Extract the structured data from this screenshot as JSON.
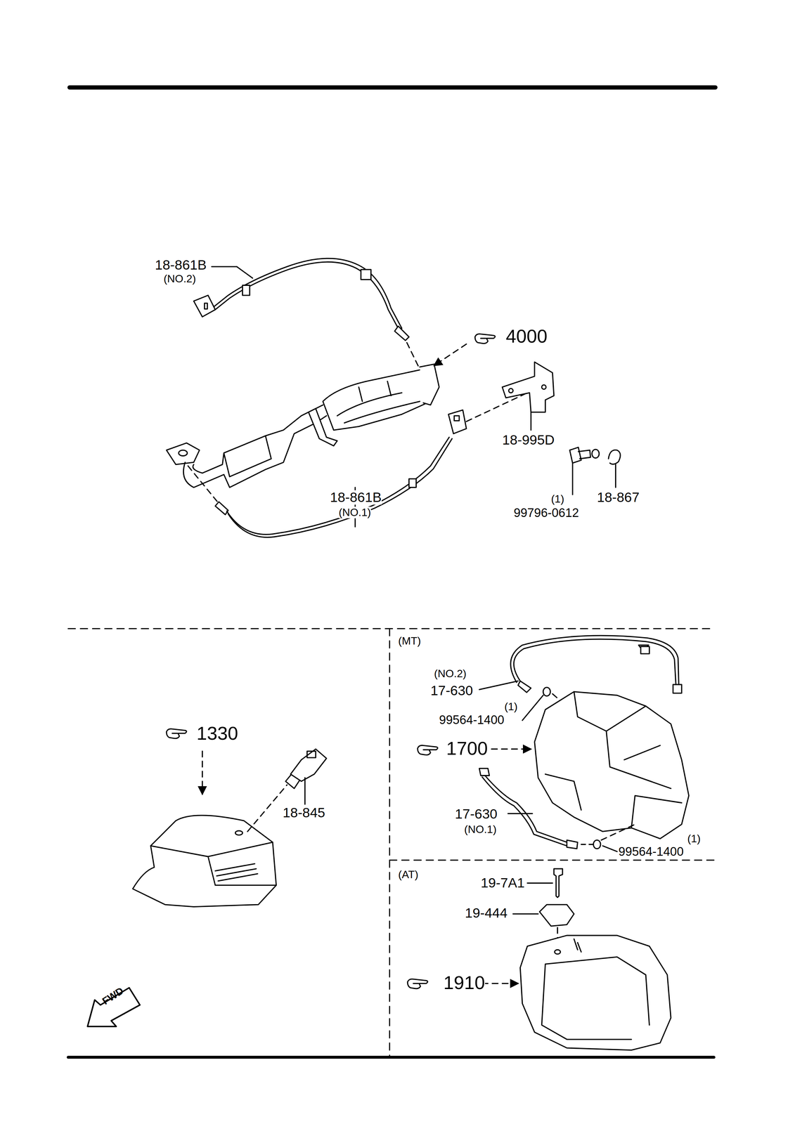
{
  "diagram": {
    "labels": [
      "18-861B",
      "(NO.2)",
      "4000",
      "18-995D",
      "18-861B",
      "(NO.1)",
      "(1)",
      "99796-0612",
      "18-867",
      "1330",
      "18-845",
      "(MT)",
      "(NO.2)",
      "17-630",
      "(1)",
      "99564-1400",
      "1700",
      "17-630",
      "(NO.1)",
      "(1)",
      "99564-1400",
      "(AT)",
      "19-7A1",
      "19-444",
      "1910",
      "FWD"
    ]
  }
}
